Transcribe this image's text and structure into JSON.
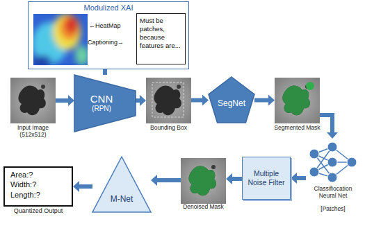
{
  "diagram": {
    "nodes": [
      {
        "text": [
          "Modulized XAI"
        ]
      },
      {
        "text": [
          "Must be patches, because features are..."
        ],
        "in": 0
      },
      {
        "text": [
          "Input Image (512x512)"
        ]
      },
      {
        "text": [
          "CNN",
          "(RPN)"
        ]
      },
      {
        "text": [
          "Bounding Box"
        ]
      },
      {
        "text": [
          "SegNet"
        ]
      },
      {
        "text": [
          "Segmented Mask"
        ]
      },
      {
        "text": [
          "Classifiocation Neural Net",
          "[Patches]"
        ]
      },
      {
        "text": [
          "Multiple Noise Filter"
        ]
      },
      {
        "text": [
          "Denoised Mask"
        ]
      },
      {
        "text": [
          "M-Net"
        ]
      },
      {
        "text": [
          "Area:? Width:? Length:?",
          "Quantized Output"
        ]
      }
    ],
    "edges": [
      {
        "from": 0,
        "to": 3,
        "arrow": "none"
      },
      {
        "from": 2,
        "to": 3,
        "arrow": "to"
      },
      {
        "from": 3,
        "to": 4,
        "arrow": "to"
      },
      {
        "from": 4,
        "to": 5,
        "arrow": "to"
      },
      {
        "from": 5,
        "to": 6,
        "arrow": "to"
      },
      {
        "from": 6,
        "to": 7,
        "arrow": "to"
      },
      {
        "from": 7,
        "to": 8,
        "arrow": "to"
      },
      {
        "from": 8,
        "to": 9,
        "arrow": "to"
      },
      {
        "from": 9,
        "to": 10,
        "arrow": "to"
      },
      {
        "from": 10,
        "to": 11,
        "arrow": "to"
      }
    ],
    "labels": [
      "←HeatMap",
      "Captioning→"
    ]
  }
}
